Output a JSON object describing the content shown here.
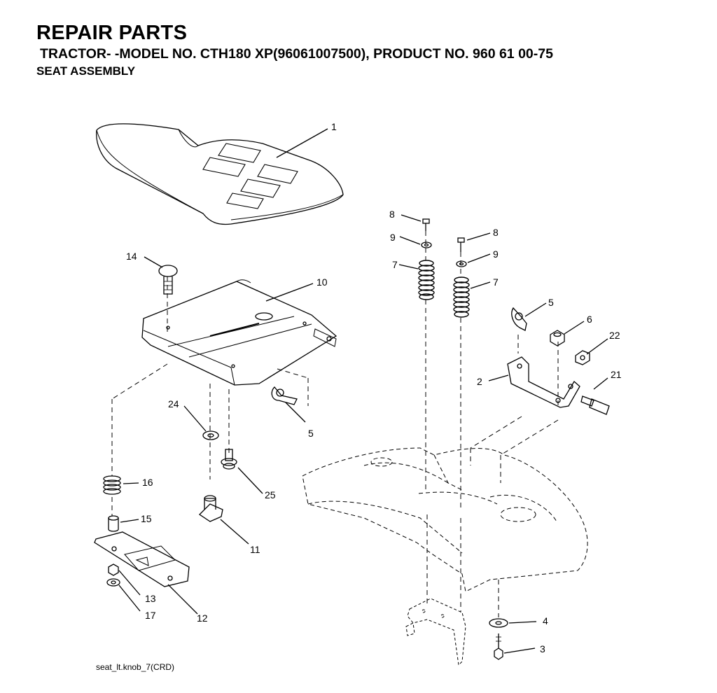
{
  "header": {
    "title": "REPAIR PARTS",
    "model_line": "TRACTOR- -MODEL NO. CTH180 XP(96061007500), PRODUCT NO. 960 61 00-75",
    "section": "SEAT ASSEMBLY"
  },
  "callouts": {
    "p1": "1",
    "p2": "2",
    "p3": "3",
    "p4": "4",
    "p5a": "5",
    "p5b": "5",
    "p6": "6",
    "p7a": "7",
    "p7b": "7",
    "p8a": "8",
    "p8b": "8",
    "p9a": "9",
    "p9b": "9",
    "p10": "10",
    "p11": "11",
    "p12": "12",
    "p13": "13",
    "p14": "14",
    "p15": "15",
    "p16": "16",
    "p17": "17",
    "p21": "21",
    "p22": "22",
    "p24": "24",
    "p25": "25"
  },
  "caption": "seat_lt.knob_7(CRD)"
}
